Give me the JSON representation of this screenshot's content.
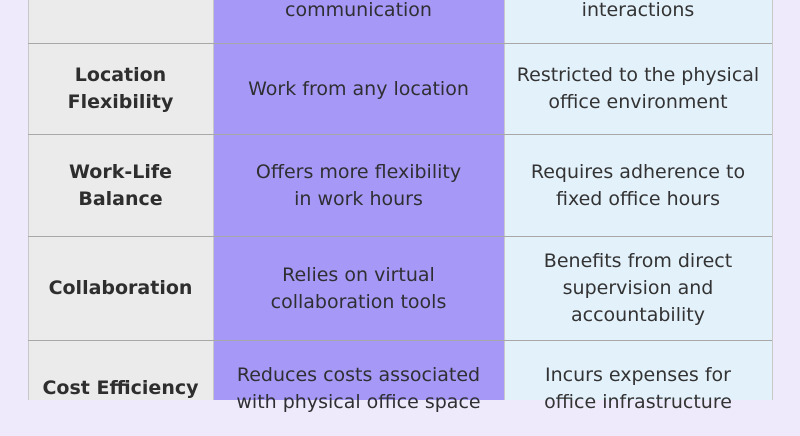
{
  "rows": [
    {
      "criterion": "",
      "remote": "communication",
      "office": "interactions"
    },
    {
      "criterion": [
        "Location",
        "Flexibility"
      ],
      "remote": [
        "Work from any location"
      ],
      "office": [
        "Restricted to the physical",
        "office environment"
      ]
    },
    {
      "criterion": [
        "Work-Life",
        "Balance"
      ],
      "remote": [
        "Offers more flexibility",
        "in work hours"
      ],
      "office": [
        "Requires adherence to",
        "fixed office hours"
      ]
    },
    {
      "criterion": [
        "Collaboration"
      ],
      "remote": [
        "Relies on virtual",
        "collaboration tools"
      ],
      "office": [
        "Benefits from direct",
        "supervision and",
        "accountability"
      ]
    },
    {
      "criterion": [
        "Cost Efficiency"
      ],
      "remote": [
        "Reduces costs associated",
        "with physical office space"
      ],
      "office": [
        "Incurs expenses for",
        "office infrastructure"
      ]
    }
  ],
  "colors": {
    "page_background": "#eeeafb",
    "criterion_column": "#ebebeb",
    "remote_column": "#a698f6",
    "office_column": "#e3f1fb"
  }
}
